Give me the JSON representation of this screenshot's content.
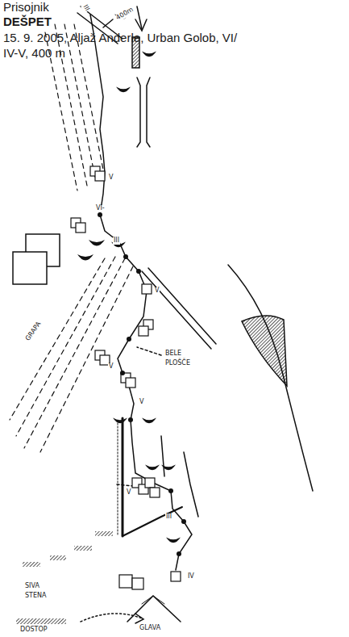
{
  "diagram": {
    "title": "DEŠPET",
    "labels": [
      "Prisojnik",
      "15. 9. 2005, Aljaž Anderle, Urban Golob, VI/ IV-V, 400 m",
      "III",
      "400m",
      "V",
      "VI-",
      "III",
      "V",
      "GRAPA",
      "BELE PLOŠČE",
      "V",
      "V",
      "V",
      "III",
      "IV",
      "SIVA STENA",
      "DOSTOP",
      "GLAVA"
    ]
  }
}
